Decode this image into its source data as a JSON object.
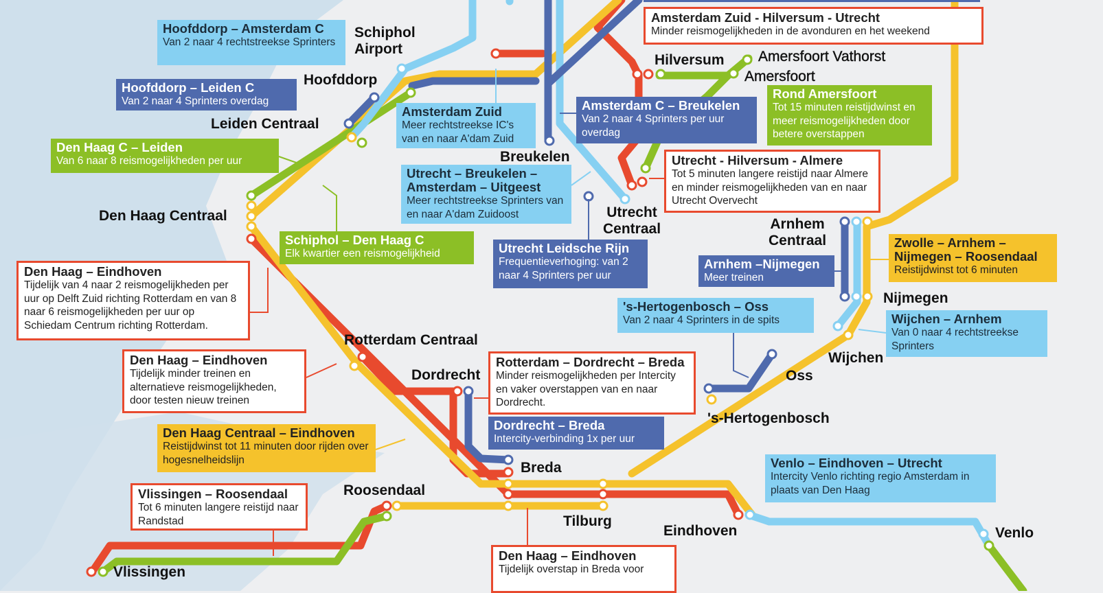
{
  "colors": {
    "red": "#e84a2e",
    "yellow": "#f5c22c",
    "green": "#8cbf26",
    "light_blue": "#86d0f2",
    "dark_blue": "#4f6aad",
    "water": "#cfe0ec",
    "land": "#eeeff1"
  },
  "stations": {
    "schiphol": "Schiphol",
    "schiphol2": "Airport",
    "hoofddorp": "Hoofddorp",
    "leiden": "Leiden Centraal",
    "denhaag": "Den Haag Centraal",
    "rotterdam": "Rotterdam Centraal",
    "dordrecht": "Dordrecht",
    "breda": "Breda",
    "roosendaal": "Roosendaal",
    "vlissingen": "Vlissingen",
    "tilburg": "Tilburg",
    "eindhoven": "Eindhoven",
    "venlo": "Venlo",
    "utrecht1": "Utrecht",
    "utrecht2": "Centraal",
    "breukelen": "Breukelen",
    "hilversum": "Hilversum",
    "vathorst": "Amersfoort Vathorst",
    "amersfoort": "Amersfoort",
    "arnhem1": "Arnhem",
    "arnhem2": "Centraal",
    "nijmegen": "Nijmegen",
    "wijchen": "Wijchen",
    "oss": "Oss",
    "denbosch": "'s-Hertogenbosch"
  },
  "callouts": [
    {
      "title": "Hoofddorp – Amsterdam C",
      "desc": "Van 2 naar 4 rechtstreekse Sprinters"
    },
    {
      "title": "Hoofddorp – Leiden C",
      "desc": "Van 2 naar 4 Sprinters overdag"
    },
    {
      "title": "Den Haag C – Leiden",
      "desc": "Van 6 naar 8 reismogelijkheden per uur"
    },
    {
      "title": "Schiphol – Den Haag C",
      "desc": "Elk kwartier een reismogelijkheid"
    },
    {
      "title": "Den Haag – Eindhoven",
      "desc": "Tijdelijk van 4 naar 2 reismogelijkheden per uur op Delft Zuid richting Rotterdam en van 8 naar 6 reismogelijkheden per uur op Schiedam Centrum richting Rotterdam."
    },
    {
      "title": "Den Haag – Eindhoven",
      "desc": "Tijdelijk minder treinen en alternatieve reismogelijkheden, door testen nieuw treinen"
    },
    {
      "title": "Den Haag Centraal – Eindhoven",
      "desc": "Reistijdwinst tot 11 minuten door rijden over hogesnelheidslijn"
    },
    {
      "title": "Vlissingen – Roosendaal",
      "desc": "Tot 6 minuten langere reistijd naar Randstad"
    },
    {
      "title": "Den Haag – Eindhoven",
      "desc": "Tijdelijk overstap in Breda voor"
    },
    {
      "title": "Amsterdam Zuid",
      "desc": "Meer rechtstreekse IC's van en naar A'dam Zuid"
    },
    {
      "title": "Utrecht – Breukelen – Amsterdam – Uitgeest",
      "desc": "Meer rechtstreekse Sprinters van en naar A'dam Zuidoost"
    },
    {
      "title": "Utrecht Leidsche Rijn",
      "desc": "Frequentieverhoging: van 2 naar 4 Sprinters per uur"
    },
    {
      "title": "Amsterdam C – Breukelen",
      "desc": "Van 2 naar 4 Sprinters per uur overdag"
    },
    {
      "title": "Amsterdam Zuid - Hilversum - Utrecht",
      "desc": "Minder reismogelijkheden in de avonduren en het weekend"
    },
    {
      "title": "Rond Amersfoort",
      "desc": "Tot 15 minuten reistijdwinst en meer reismogelijkheden door betere overstappen"
    },
    {
      "title": "Utrecht - Hilversum - Almere",
      "desc": "Tot 5 minuten langere reistijd naar Almere en minder reismogelijkheden van en naar Utrecht Overvecht"
    },
    {
      "title": "Arnhem –Nijmegen",
      "desc": "Meer treinen"
    },
    {
      "title": "Zwolle – Arnhem – Nijmegen – Roosendaal",
      "desc": "Reistijdwinst tot 6 minuten"
    },
    {
      "title": "'s-Hertogenbosch – Oss",
      "desc": "Van 2 naar 4 Sprinters in de spits"
    },
    {
      "title": "Wijchen – Arnhem",
      "desc": "Van 0 naar 4 rechtstreekse Sprinters"
    },
    {
      "title": "Rotterdam – Dordrecht – Breda",
      "desc": "Minder reismogelijkheden per Intercity en vaker overstappen van en naar Dordrecht."
    },
    {
      "title": "Dordrecht – Breda",
      "desc": "Intercity-verbinding 1x per uur"
    },
    {
      "title": "Venlo – Eindhoven – Utrecht",
      "desc": "Intercity Venlo richting regio Amsterdam in plaats van Den Haag"
    }
  ]
}
